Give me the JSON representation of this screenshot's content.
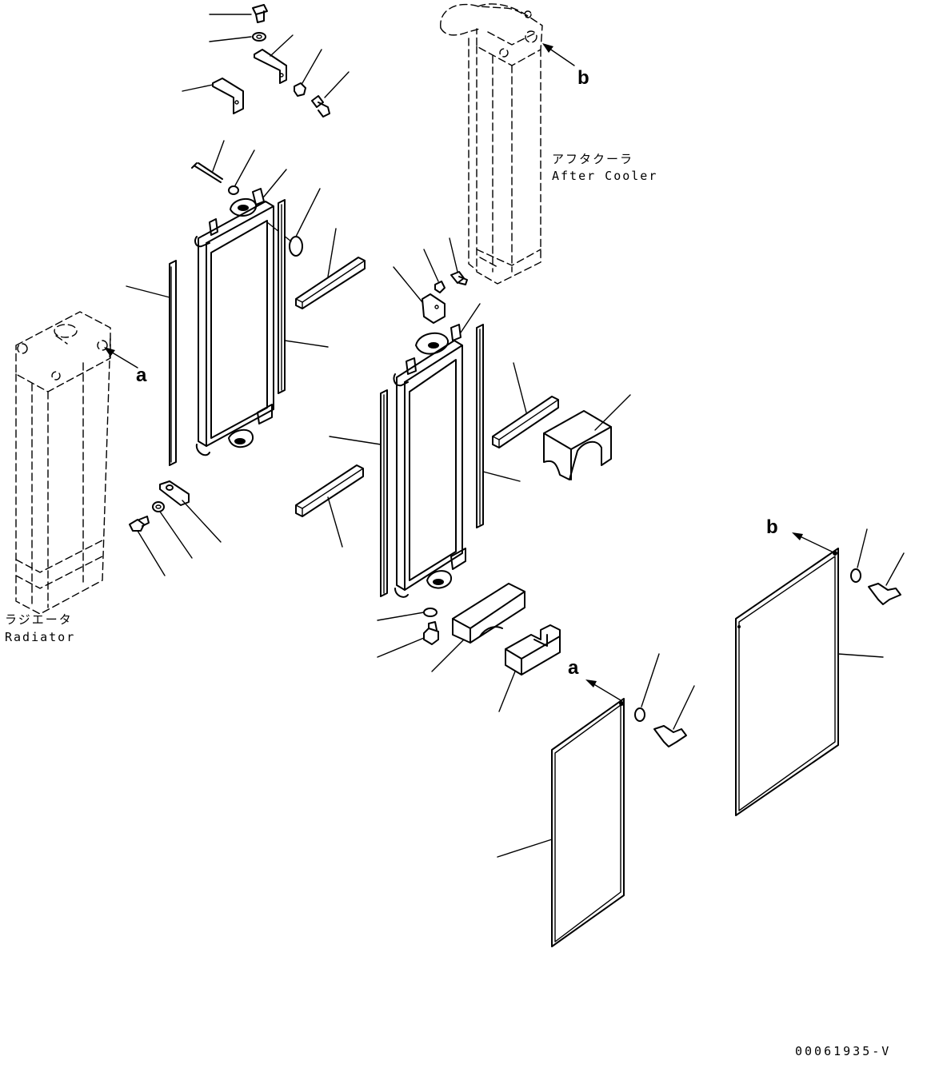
{
  "labels": {
    "after_cooler_jp": "アフタクーラ",
    "after_cooler_en": "After Cooler",
    "radiator_jp": "ラジエータ",
    "radiator_en": "Radiator",
    "ref_a_1": "a",
    "ref_a_2": "a",
    "ref_b_1": "b",
    "ref_b_2": "b",
    "drawing_code": "00061935-V"
  }
}
